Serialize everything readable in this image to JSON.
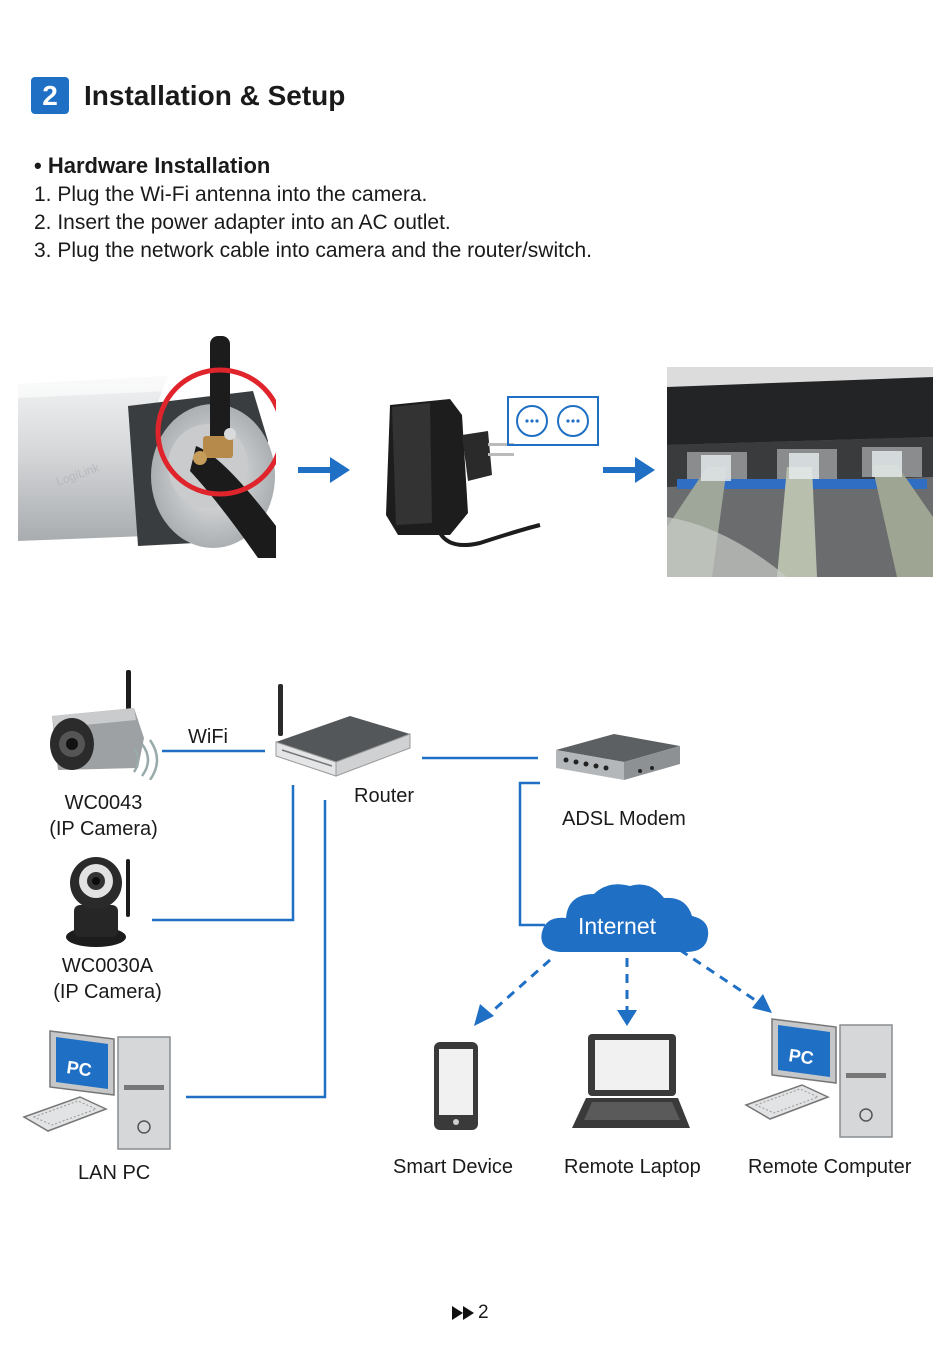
{
  "section": {
    "number": "2",
    "title": "Installation & Setup"
  },
  "hardware": {
    "heading": "• Hardware Installation",
    "steps": [
      "1. Plug the Wi-Fi antenna into the camera.",
      "2. Insert the power adapter into an AC outlet.",
      "3. Plug the network cable into camera and the router/switch."
    ]
  },
  "photos": {
    "camera_brand": "LogiLink"
  },
  "diagram": {
    "wifi_label": "WiFi",
    "router_label": "Router",
    "modem_label": "ADSL Modem",
    "internet_label": "Internet",
    "camera1": {
      "line1": "WC0043",
      "line2": "(IP Camera)"
    },
    "camera2": {
      "line1": "WC0030A",
      "line2": "(IP Camera)"
    },
    "lan_pc_label": "LAN PC",
    "pc_screen_text": "PC",
    "smart_device_label": "Smart Device",
    "remote_laptop_label": "Remote Laptop",
    "remote_computer_label": "Remote Computer",
    "line_color": "#1f6fc5",
    "cloud_color": "#1f6fc5"
  },
  "footer": {
    "page_number": "2",
    "page_icon": "double-triangle-icon"
  }
}
